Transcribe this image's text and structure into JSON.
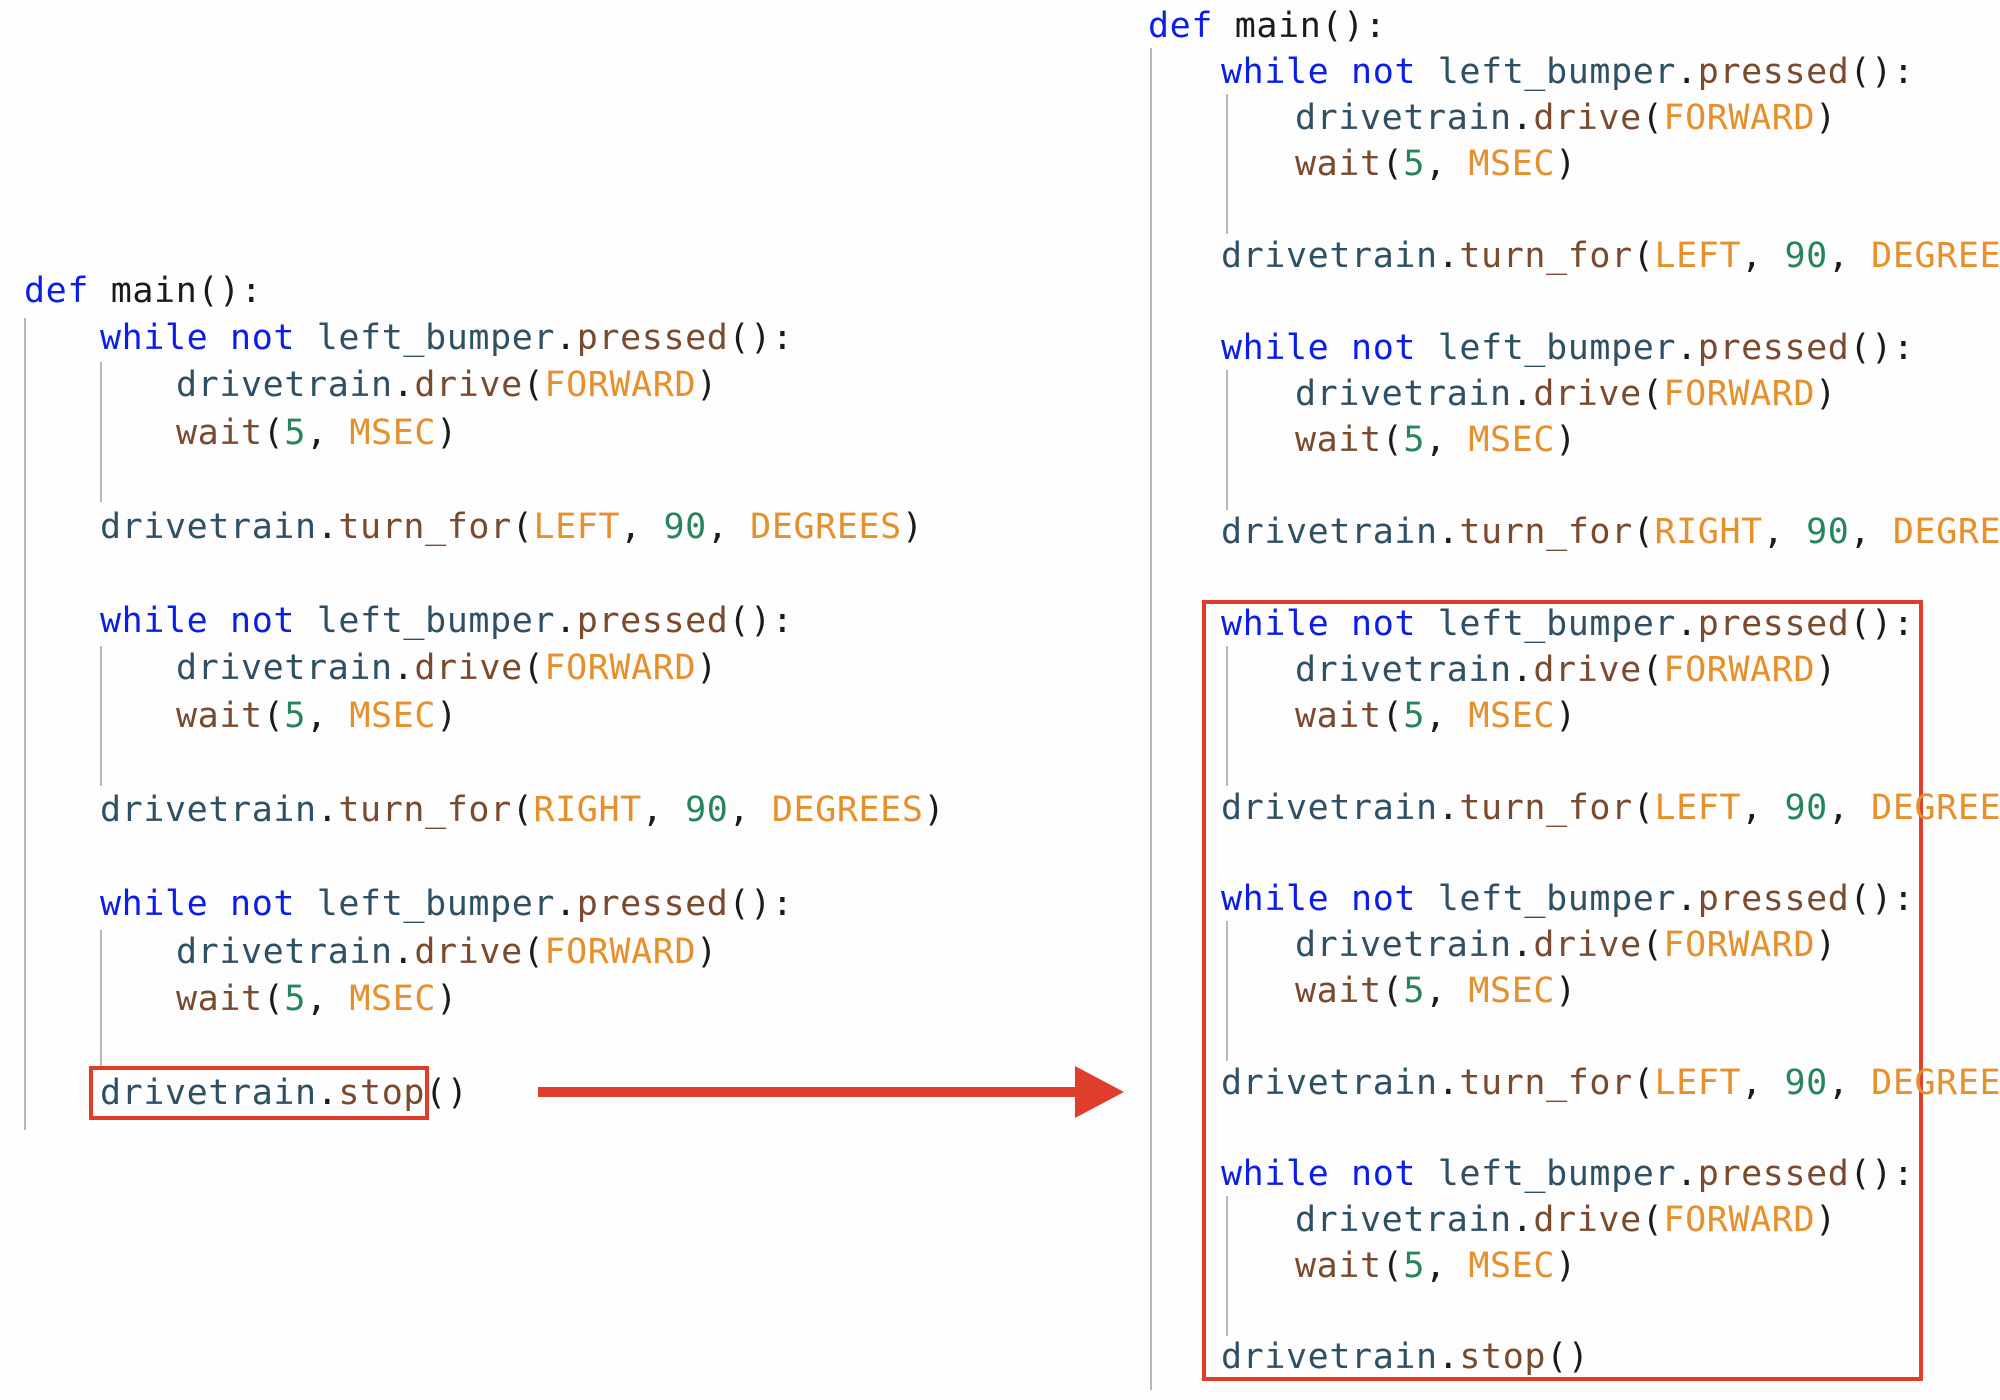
{
  "colors": {
    "keyword": "#0a1ee8",
    "identifier": "#2f5064",
    "function": "#7a4a2e",
    "constant": "#e5902c",
    "number": "#26855a",
    "highlight": "#e03e2d"
  },
  "tokens": {
    "def": "def",
    "main": "main",
    "parens": "():",
    "while": "while",
    "not": "not",
    "bumper": "left_bumper",
    "dot": ".",
    "pressed": "pressed",
    "call_colon": "():",
    "drivetrain": "drivetrain",
    "drive": "drive",
    "open": "(",
    "close": ")",
    "forward": "FORWARD",
    "wait": "wait",
    "five": "5",
    "comma": ", ",
    "msec": "MSEC",
    "turn_for": "turn_for",
    "left": "LEFT",
    "right": "RIGHT",
    "ninety": "90",
    "degrees": "DEGREES",
    "stop": "stop",
    "empty_call": "()"
  },
  "left_code": {
    "turns": [
      "LEFT",
      "RIGHT"
    ]
  },
  "right_code": {
    "turns": [
      "LEFT",
      "RIGHT",
      "LEFT",
      "LEFT"
    ]
  }
}
